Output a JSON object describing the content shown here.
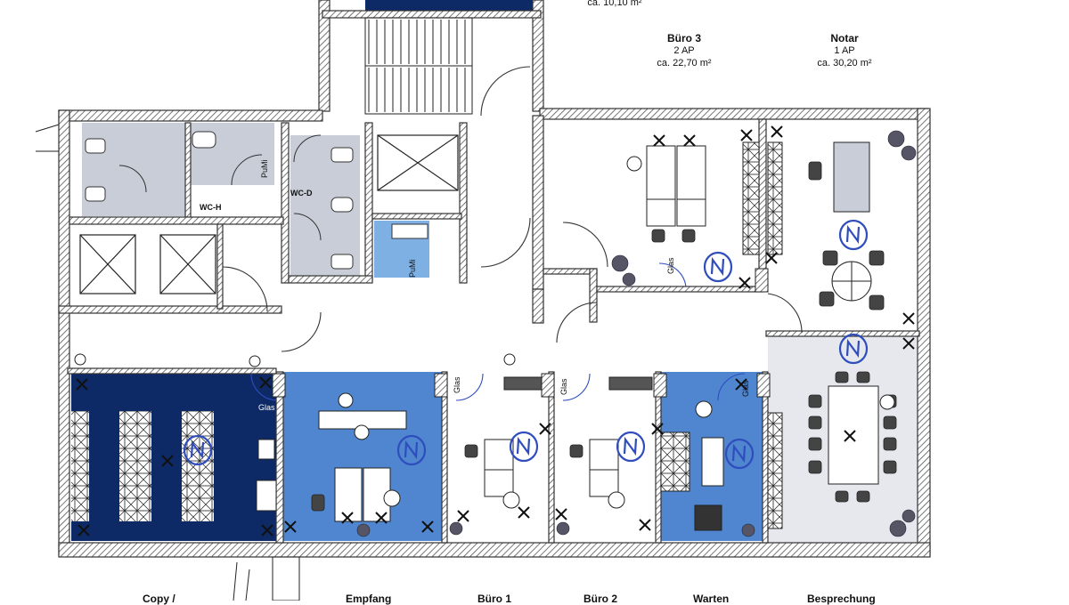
{
  "top_rooms": {
    "top_partial_area": "ca. 10,10 m²",
    "buero3": {
      "title": "Büro 3",
      "ap": "2 AP",
      "area": "ca. 22,70 m²"
    },
    "notar": {
      "title": "Notar",
      "ap": "1 AP",
      "area": "ca. 30,20 m²"
    }
  },
  "door_tags": {
    "glas_buero3": "Glas",
    "glas_copy": "Glas",
    "glas_buero1": "Glas",
    "glas_buero2": "Glas",
    "glas_warten": "Glas",
    "wc_h": "WC-H",
    "wc_d": "WC-D",
    "pumi_top": "PuMi",
    "pumi_mid": "PuMi"
  },
  "bottom_labels": {
    "copy": "Copy /",
    "empfang": "Empfang",
    "buero1": "Büro 1",
    "buero2": "Büro 2",
    "warten": "Warten",
    "besprechung": "Besprechung"
  },
  "colors": {
    "dark_blue": "#0d2a66",
    "mid_blue": "#4f86cf",
    "light_blue": "#7fb0e3",
    "pale_grey": "#e6e8ee",
    "grey_room": "#c9cdd8",
    "ink": "#2f4dbd"
  }
}
